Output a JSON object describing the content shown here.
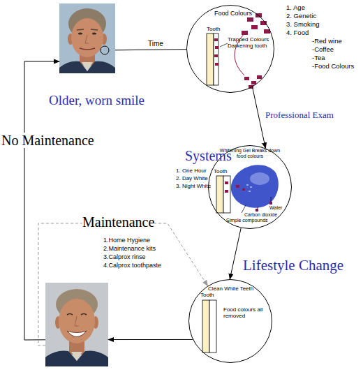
{
  "diagram": {
    "nodes": [
      {
        "text": [
          "Older, worn smile"
        ]
      },
      {
        "text": [
          "Food Colours",
          "Tooth",
          "Trapped Colours Darkening tooth"
        ]
      },
      {
        "text": [
          "Whitening Gel Breaks down food colours",
          "Tooth",
          "Water",
          "Carbon dioxide",
          "Simple compounds"
        ]
      },
      {
        "text": [
          "Clean White Teeth",
          "Tooth",
          "Food colours all removed"
        ]
      },
      {
        "text": []
      }
    ],
    "edges": [
      {
        "from": 0,
        "to": 1,
        "label": "Time",
        "arrow": "none"
      },
      {
        "from": 1,
        "to": 2,
        "label": "Professional Exam",
        "arrow": "to"
      },
      {
        "from": 2,
        "to": 3,
        "label": "Lifestyle Change",
        "arrow": "to"
      },
      {
        "from": 3,
        "to": 4,
        "arrow": "to"
      },
      {
        "from": 4,
        "to": 0,
        "label": "No Maintenance",
        "arrow": "to"
      },
      {
        "from": 4,
        "to": 3,
        "label": "Maintenance",
        "arrow": "to"
      }
    ],
    "labels": [
      "1. Age",
      "2. Genetic",
      "3. Smoking",
      "4. Food",
      "-Red wine",
      "-Coffee",
      "-Tea",
      "-Food Colours",
      "Systems",
      "1. One Hour",
      "2. Day White",
      "3. Night White",
      "1.Home Hygiene",
      "2.Maintenance kits",
      "3.Calprox rinse",
      "4.Calprox toothpaste"
    ]
  }
}
